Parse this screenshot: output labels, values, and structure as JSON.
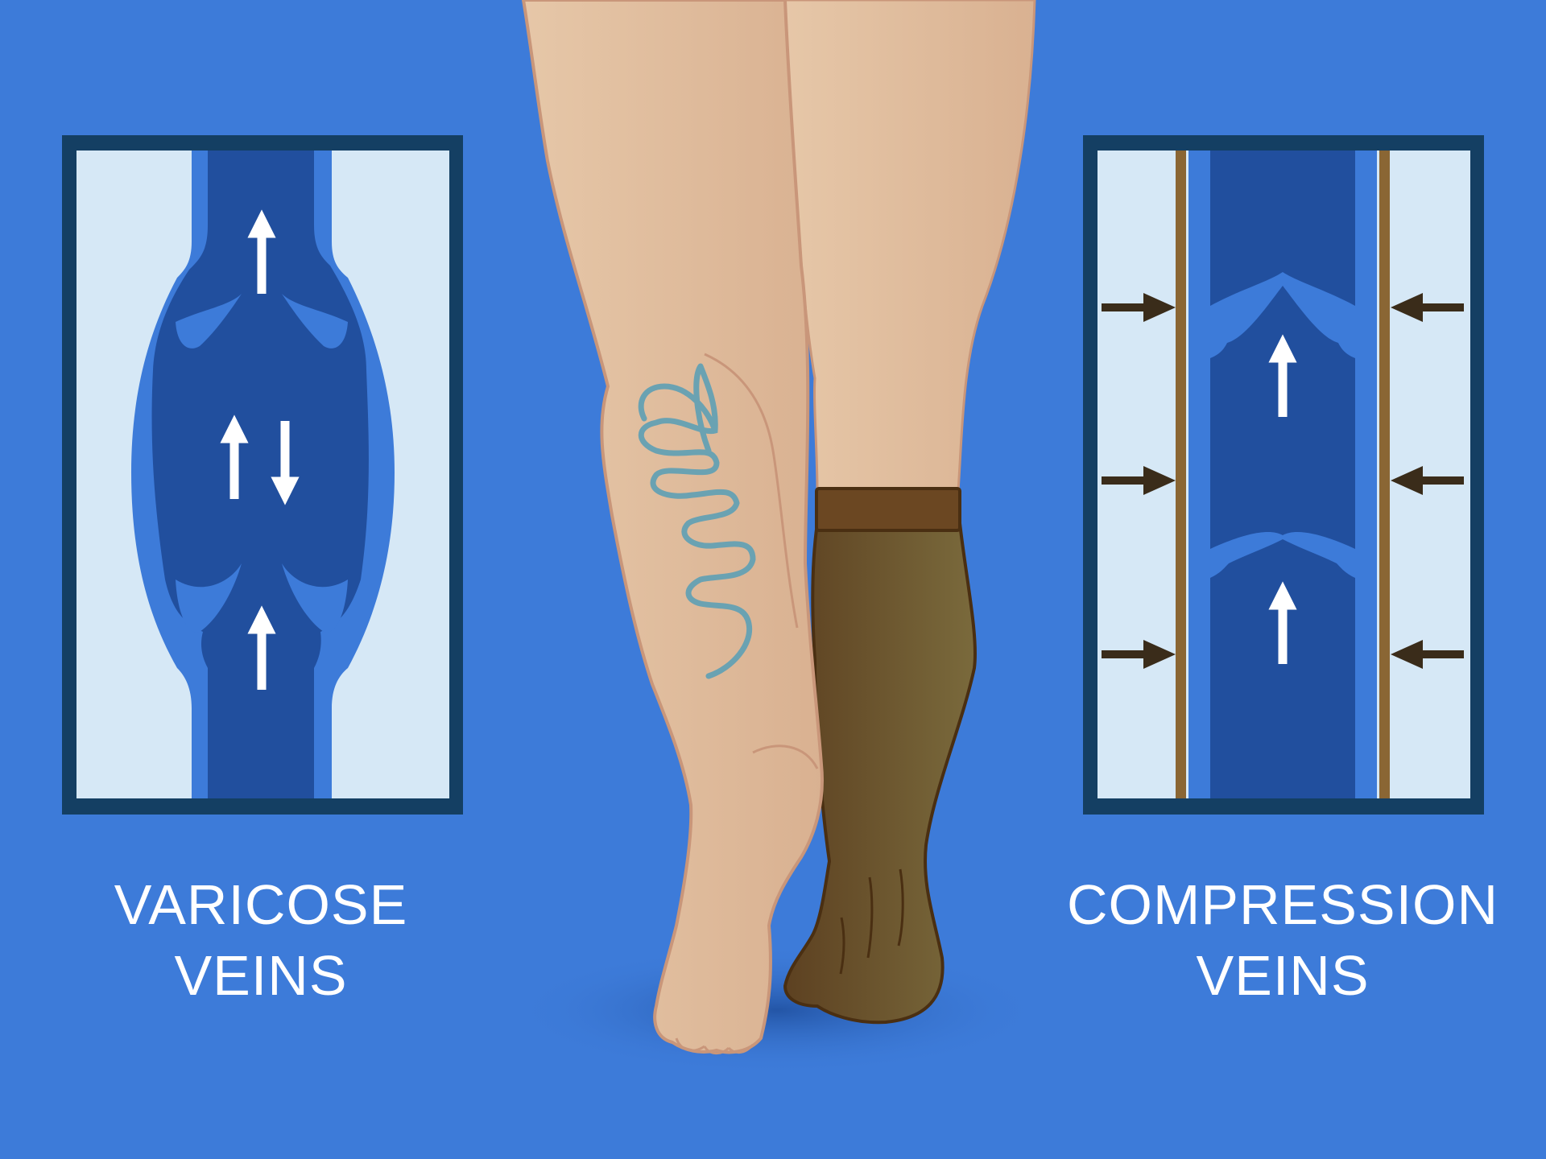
{
  "background_color": "#3d7bd9",
  "colors": {
    "frame": "#143f63",
    "panel_bg": "#d6e8f6",
    "vein_outer": "#3d7bd9",
    "vein_inner": "#214f9e",
    "stocking_band": "#6b4722",
    "stocking_body": "#756438",
    "compression_line": "#8a6634",
    "pressure_arrow": "#3a2c1a",
    "skin": "#e2c0a0",
    "skin_outline": "#c9967a",
    "varicose_vein": "#6aa2b2"
  },
  "left_panel": {
    "caption_line1": "VARICOSE",
    "caption_line2": "VEINS",
    "flow_arrows": [
      "up",
      "up-down",
      "up"
    ]
  },
  "right_panel": {
    "caption_line1": "COMPRESSION",
    "caption_line2": "VEINS",
    "flow_arrows": [
      "up",
      "up"
    ],
    "pressure_arrows": [
      "inward",
      "inward",
      "inward"
    ]
  },
  "illustration": {
    "left_leg": "bare leg with visible varicose veins",
    "right_leg": "leg wearing compression stocking"
  }
}
